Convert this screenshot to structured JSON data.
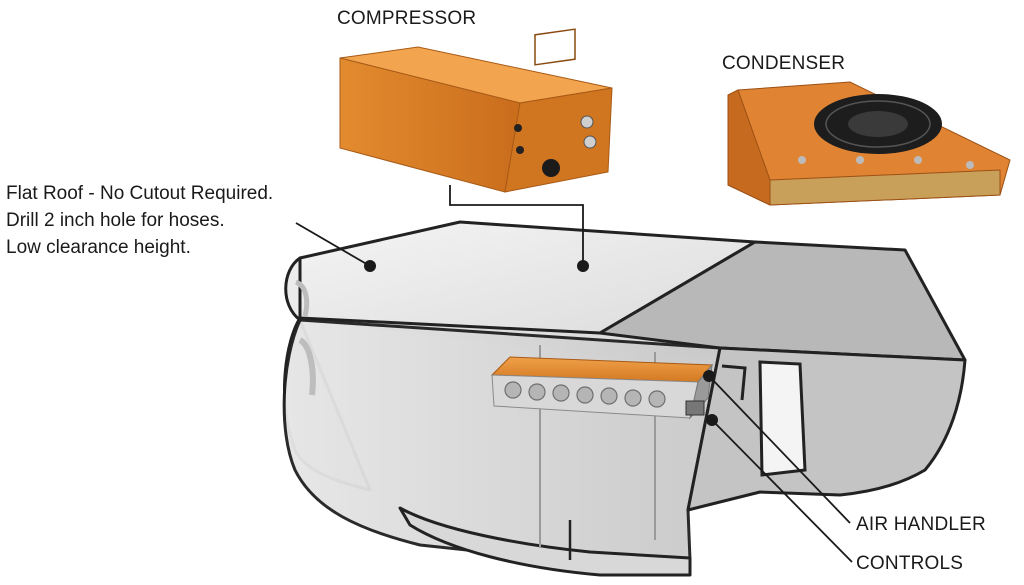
{
  "labels": {
    "compressor": "COMPRESSOR",
    "condenser": "CONDENSER",
    "air_handler": "AIR HANDLER",
    "controls": "CONTROLS"
  },
  "notes": [
    "Flat Roof - No Cutout Required.",
    "Drill 2 inch hole for hoses.",
    "Low clearance height."
  ],
  "colors": {
    "unit_orange": "#e08a2e",
    "unit_orange_dark": "#b3621a",
    "outline": "#222222",
    "cab_light": "#ececec",
    "cab_mid": "#d2d2d2",
    "cab_dark": "#b9b9b9",
    "fan": "#1d1d1d"
  }
}
